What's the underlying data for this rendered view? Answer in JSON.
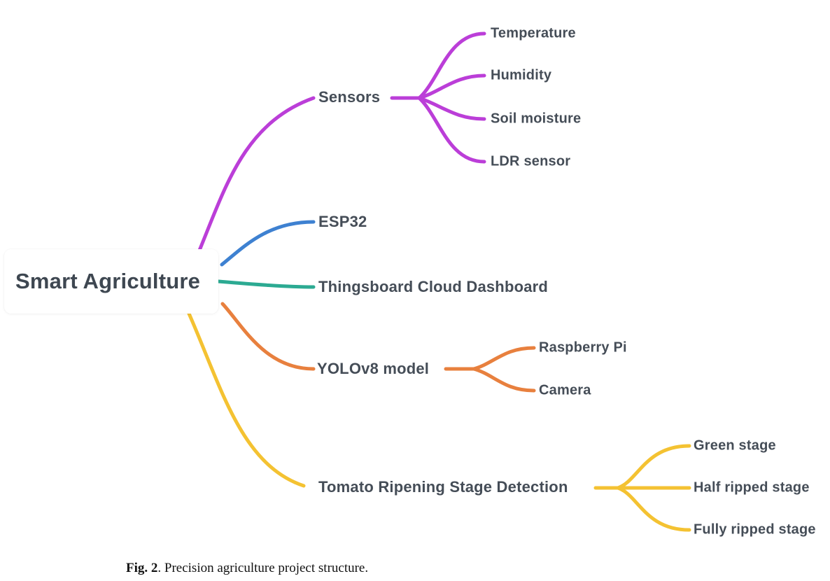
{
  "figure": {
    "root": {
      "label": "Smart Agriculture"
    },
    "branches": [
      {
        "id": "sensors",
        "label": "Sensors",
        "color": "#bb3ed8",
        "children": [
          {
            "label": "Temperature"
          },
          {
            "label": "Humidity"
          },
          {
            "label": "Soil moisture"
          },
          {
            "label": "LDR sensor"
          }
        ]
      },
      {
        "id": "esp32",
        "label": "ESP32",
        "color": "#3e81d1",
        "children": []
      },
      {
        "id": "thingsboard",
        "label": "Thingsboard Cloud Dashboard",
        "color": "#2caa92",
        "children": []
      },
      {
        "id": "yolov8",
        "label": "YOLOv8 model",
        "color": "#e8803e",
        "children": [
          {
            "label": "Raspberry Pi"
          },
          {
            "label": "Camera"
          }
        ]
      },
      {
        "id": "tomato",
        "label": "Tomato Ripening Stage Detection",
        "color": "#f4c232",
        "children": [
          {
            "label": "Green stage"
          },
          {
            "label": "Half ripped stage"
          },
          {
            "label": "Fully ripped stage"
          }
        ]
      }
    ]
  },
  "caption": {
    "figure_number": "Fig. 2",
    "text": ".  Precision agriculture project structure."
  }
}
